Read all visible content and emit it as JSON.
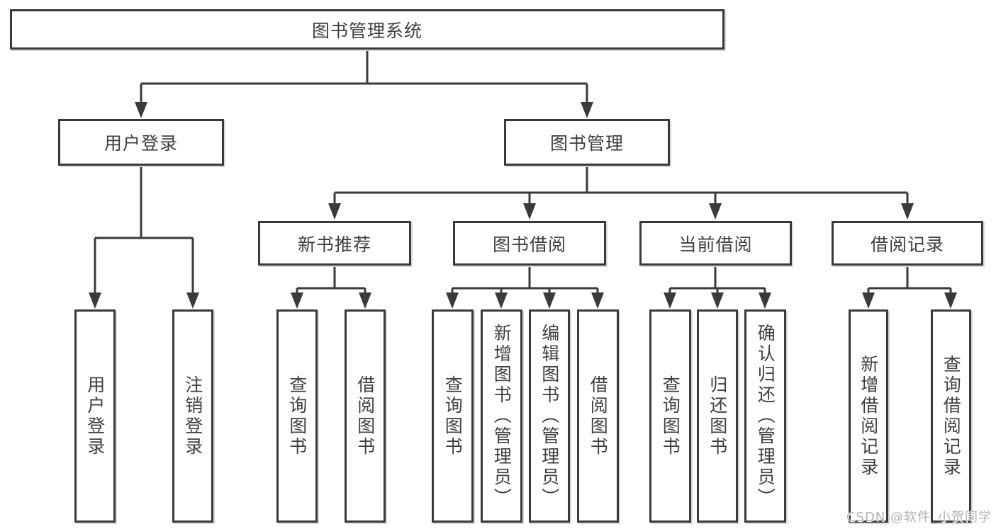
{
  "diagram": {
    "title": "图书管理系统",
    "nodes": {
      "root": "图书管理系统",
      "level2": [
        "用户登录",
        "图书管理"
      ],
      "level3": [
        "新书推荐",
        "图书借阅",
        "当前借阅",
        "借阅记录"
      ],
      "leaves": [
        "用户登录",
        "注销登录",
        "查询图书",
        "借阅图书",
        "查询图书",
        "新增图书（管理员）",
        "编辑图书（管理员）",
        "借阅图书",
        "查询图书",
        "归还图书",
        "确认归还（管理员）",
        "新增借阅记录",
        "查询借阅记录"
      ]
    },
    "watermark": "CSDN @软件_小贺同学",
    "colors": {
      "line": "#3a3a3a",
      "fill": "#ffffff",
      "text": "#3f3f3f",
      "watermark": "#b3b3b3"
    }
  }
}
